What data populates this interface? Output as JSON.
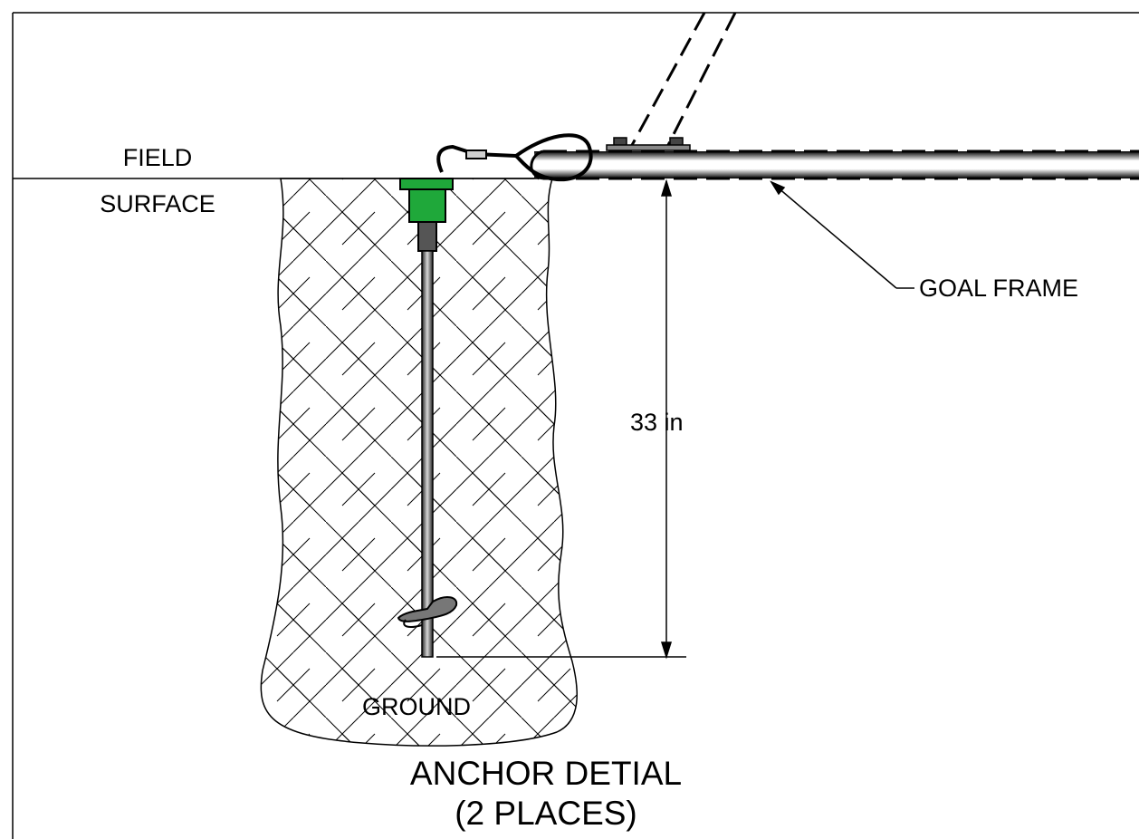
{
  "labels": {
    "field_line1": "FIELD",
    "field_line2": "SURFACE",
    "goal_frame": "GOAL FRAME",
    "dimension": "33 in",
    "ground": "GROUND",
    "title_line1": "ANCHOR DETIAL",
    "title_line2": "(2 PLACES)"
  },
  "colors": {
    "anchor_cap": "#1fa83a",
    "line": "#000000",
    "background": "#ffffff"
  }
}
